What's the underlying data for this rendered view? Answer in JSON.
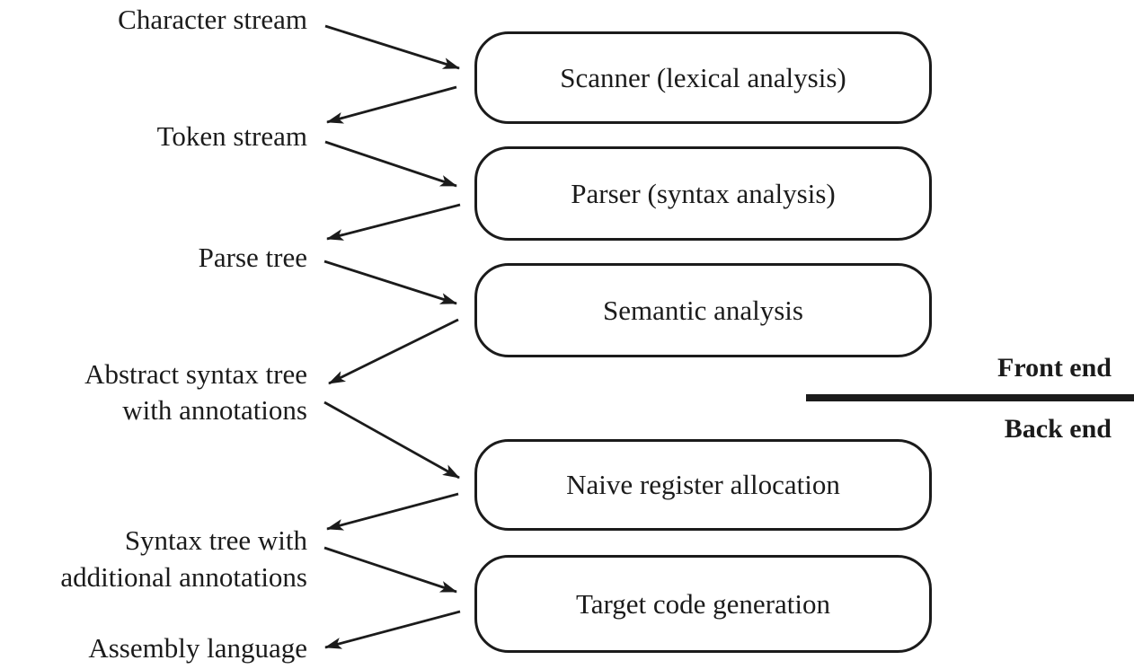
{
  "diagram": {
    "name": "compiler-pipeline",
    "colors": {
      "ink": "#1b1b1b",
      "background": "#ffffff"
    }
  },
  "boxes": [
    {
      "label": "Scanner (lexical analysis)"
    },
    {
      "label": "Parser (syntax analysis)"
    },
    {
      "label": "Semantic analysis"
    },
    {
      "label": "Naive register allocation"
    },
    {
      "label": "Target code generation"
    }
  ],
  "left_labels": [
    {
      "lines": [
        "Character stream"
      ]
    },
    {
      "lines": [
        "Token stream"
      ]
    },
    {
      "lines": [
        "Parse tree"
      ]
    },
    {
      "lines": [
        "Abstract syntax tree",
        "with annotations"
      ]
    },
    {
      "lines": [
        "Syntax tree with",
        "additional annotations"
      ]
    },
    {
      "lines": [
        "Assembly language"
      ]
    }
  ],
  "section_labels": {
    "front_end": "Front end",
    "back_end": "Back end"
  }
}
